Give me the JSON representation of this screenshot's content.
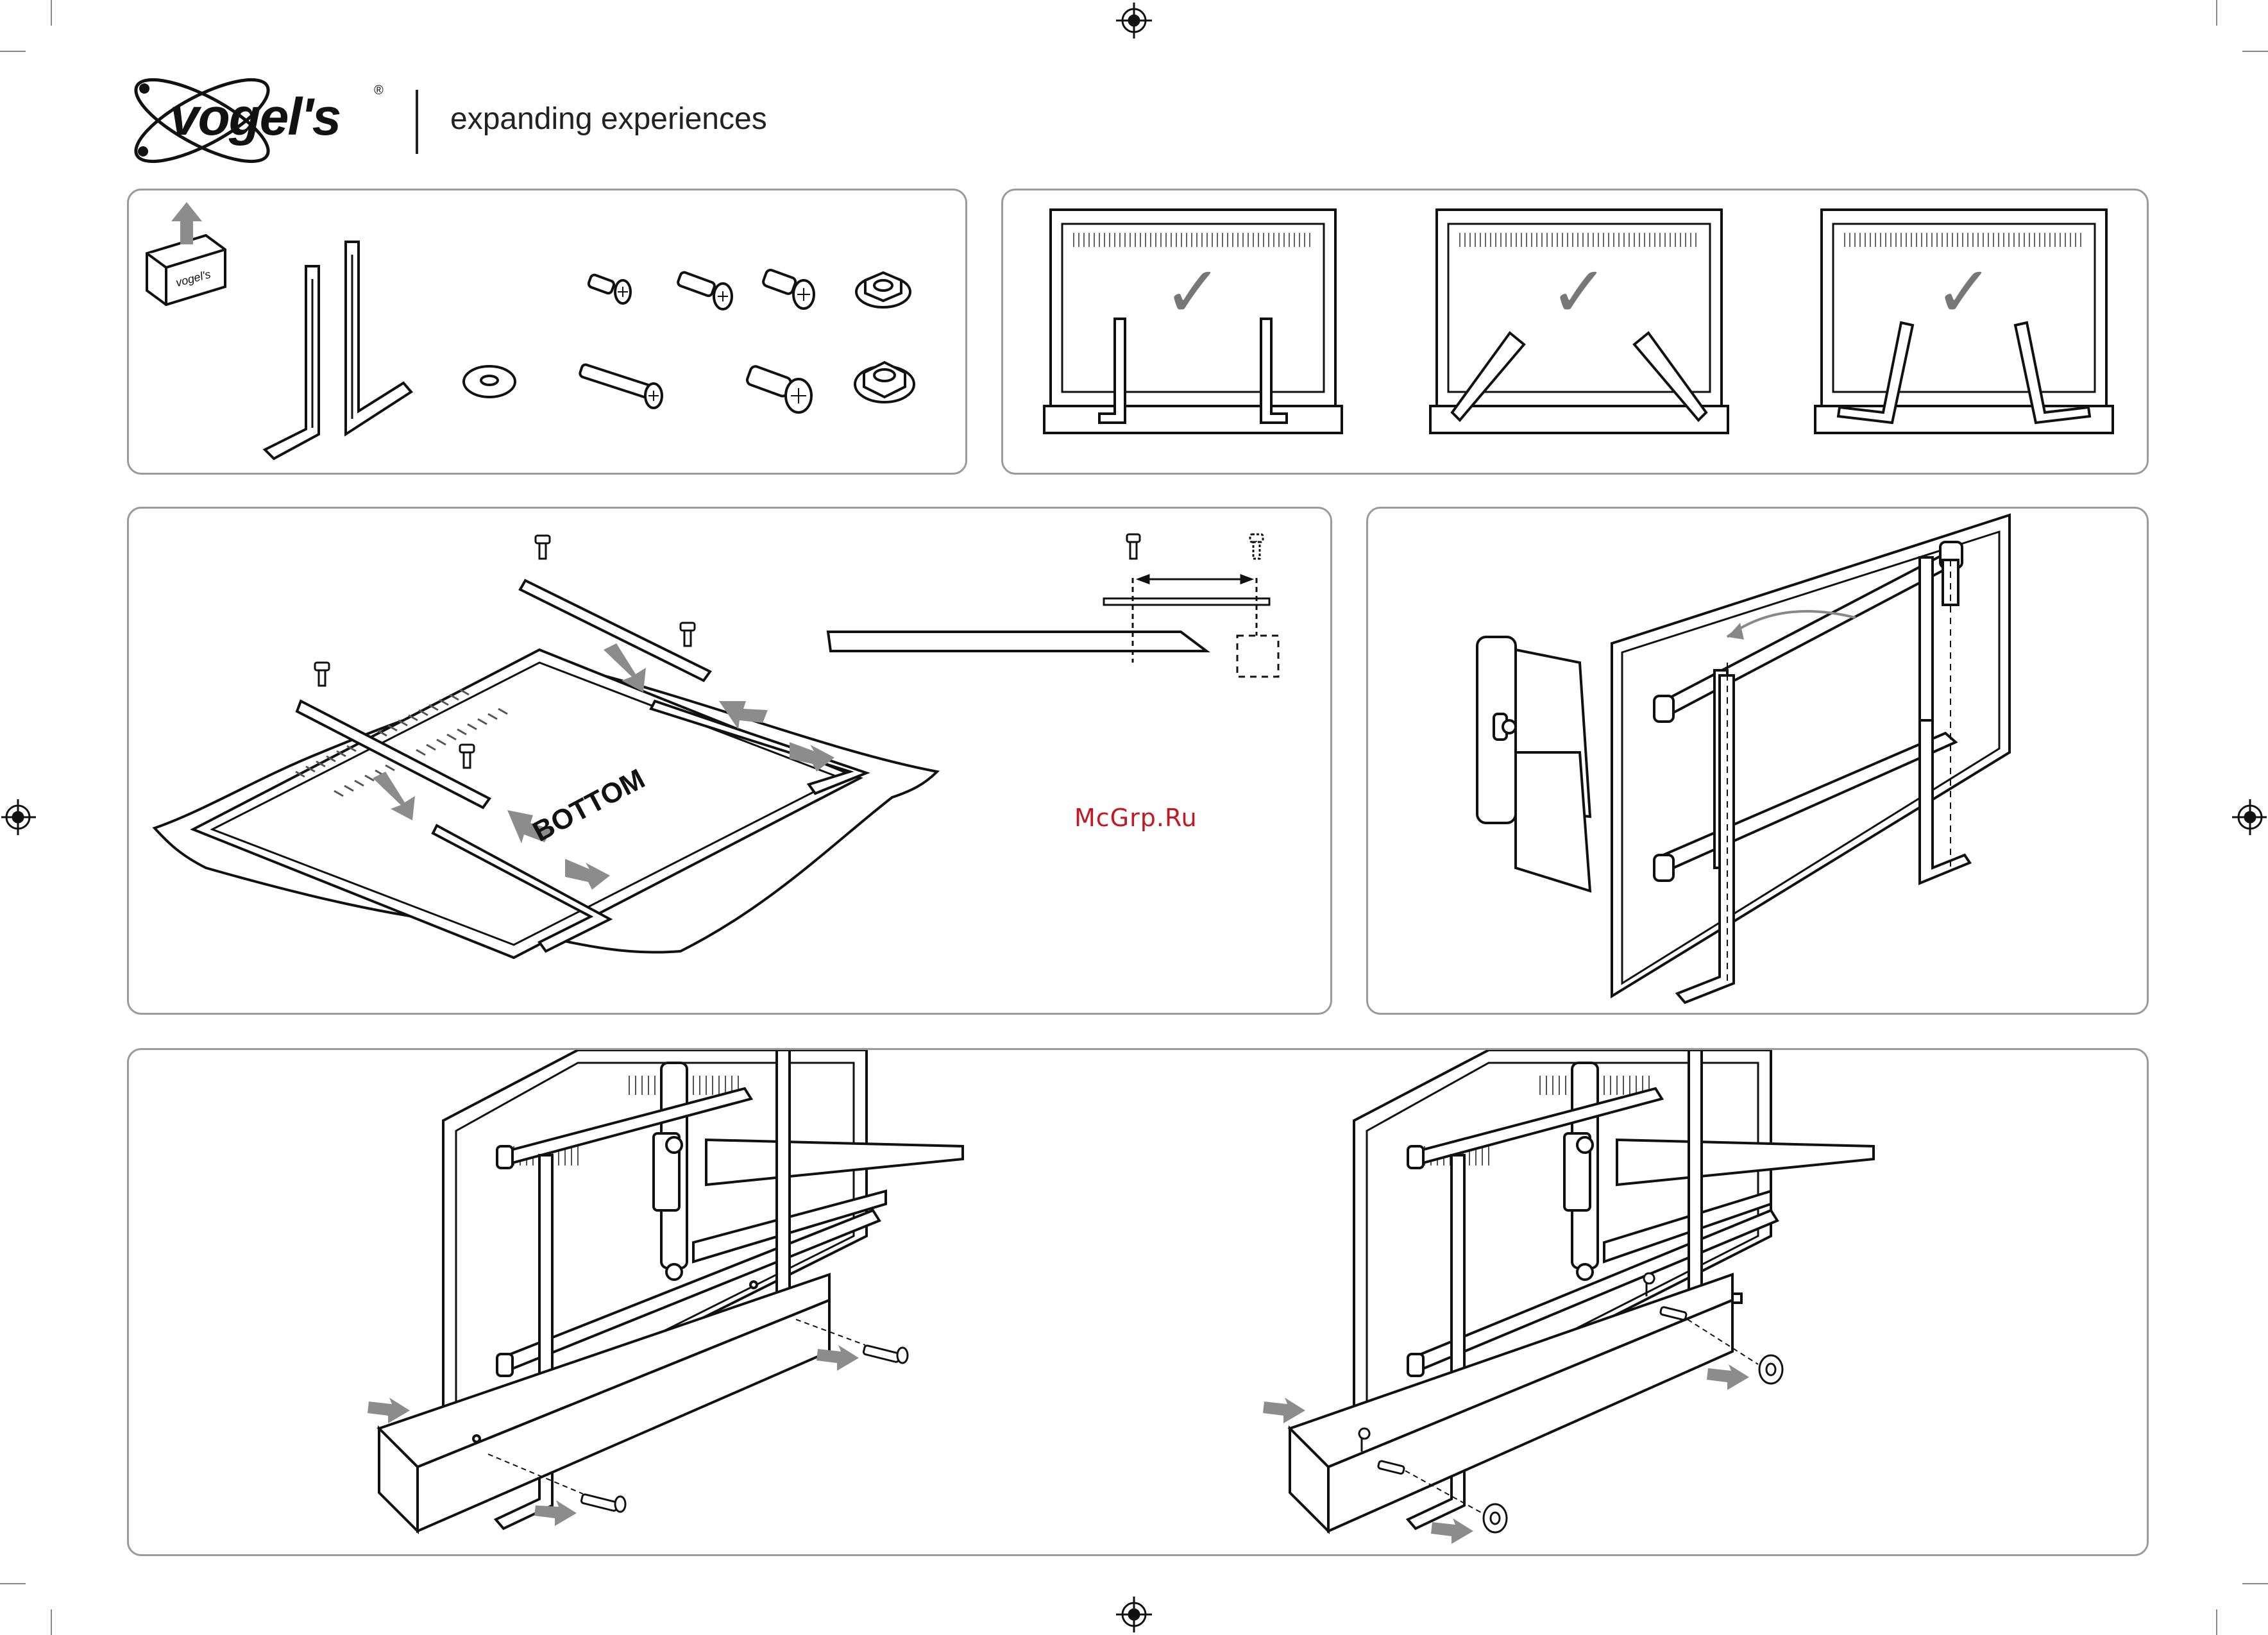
{
  "header": {
    "brand": "vogel's",
    "registered_mark": "®",
    "tagline": "expanding experiences"
  },
  "panel2": {
    "check_marks": [
      "✓",
      "✓",
      "✓"
    ]
  },
  "panel3": {
    "tv_bottom_label": "BOTTOM"
  },
  "watermark": "McGrp.Ru",
  "colors": {
    "line": "#1a1a1a",
    "panel_border": "#9a9a9a",
    "arrow_gray": "#8c8c8c",
    "check_gray": "#777777",
    "watermark": "#c4171f"
  },
  "icons": [
    "registration-mark-icon",
    "package-box-icon",
    "bracket-icon",
    "screw-icon",
    "nut-icon",
    "washer-icon",
    "check-icon",
    "arrow-icon"
  ]
}
